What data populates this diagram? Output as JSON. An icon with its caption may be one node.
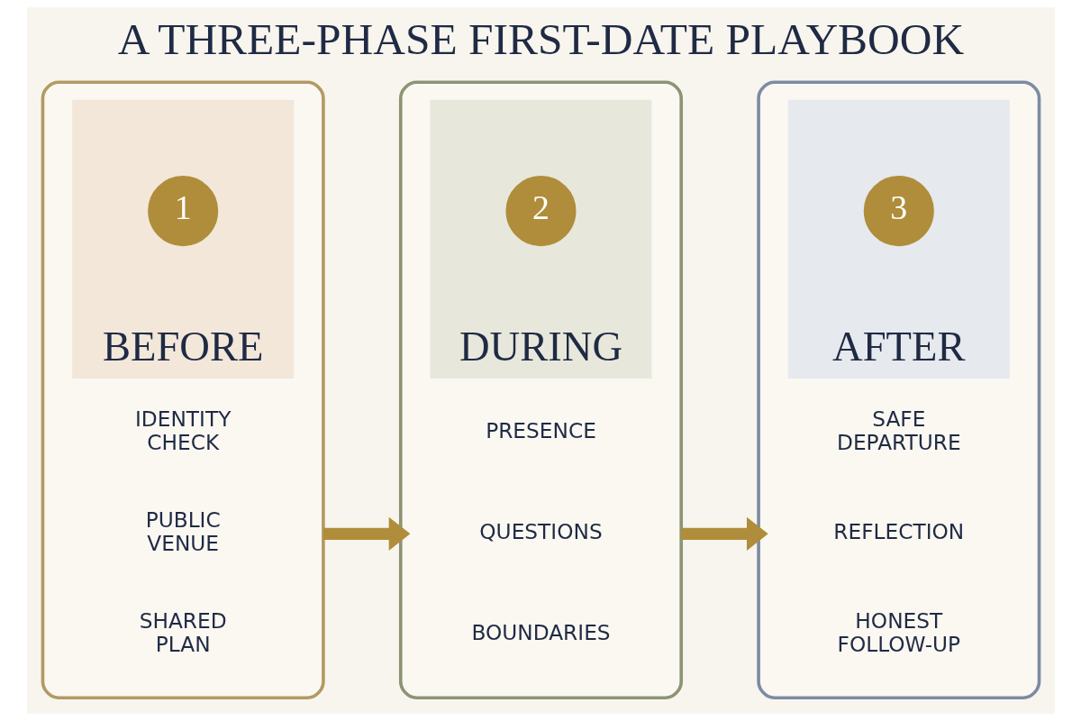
{
  "diagram": {
    "title": "A THREE-PHASE FIRST-DATE PLAYBOOK",
    "nodes": [
      {
        "text": [],
        "shape": "box"
      },
      {
        "text": [
          "BEFORE"
        ],
        "in": 0
      },
      {
        "text": [
          "1"
        ],
        "in": 1
      },
      {
        "text": [
          "IDENTITY CHECK"
        ],
        "in": 0
      },
      {
        "text": [
          "PUBLIC VENUE"
        ],
        "in": 0
      },
      {
        "text": [
          "SHARED PLAN"
        ],
        "in": 0
      },
      {
        "text": [],
        "shape": "box"
      },
      {
        "text": [
          "DURING"
        ],
        "in": 6
      },
      {
        "text": [
          "2"
        ],
        "in": 7
      },
      {
        "text": [
          "PRESENCE"
        ],
        "in": 6
      },
      {
        "text": [
          "QUESTIONS"
        ],
        "in": 6
      },
      {
        "text": [
          "BOUNDARIES"
        ],
        "in": 6
      },
      {
        "text": [],
        "shape": "box"
      },
      {
        "text": [
          "AFTER"
        ],
        "in": 12
      },
      {
        "text": [
          "3"
        ],
        "in": 13
      },
      {
        "text": [
          "SAFE DEPARTURE"
        ],
        "in": 12
      },
      {
        "text": [
          "REFLECTION"
        ],
        "in": 12
      },
      {
        "text": [
          "HONEST FOLLOW-UP"
        ],
        "in": 12
      }
    ],
    "edges": [
      {
        "from": 0,
        "to": 6,
        "arrow": "to"
      },
      {
        "from": 6,
        "to": 12,
        "arrow": "to"
      }
    ]
  }
}
